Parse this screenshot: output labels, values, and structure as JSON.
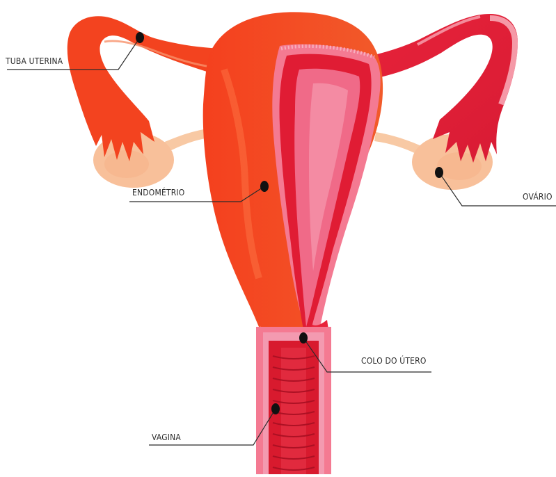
{
  "labels": {
    "tuba": "TUBA UTERINA",
    "endometrio": "ENDOMÉTRIO",
    "ovario": "OVÁRIO",
    "colo": "COLO DO ÚTERO",
    "vagina": "VAGINA"
  },
  "colors": {
    "uterus_outer": "#f4401e",
    "uterus_mid": "#e8232c",
    "uterus_lining": "#f26b8a",
    "ovary": "#f8c09a",
    "tube_right": "#e61e3c",
    "vagina_wall": "#d81a2e",
    "vagina_inner": "#f48aa8"
  }
}
